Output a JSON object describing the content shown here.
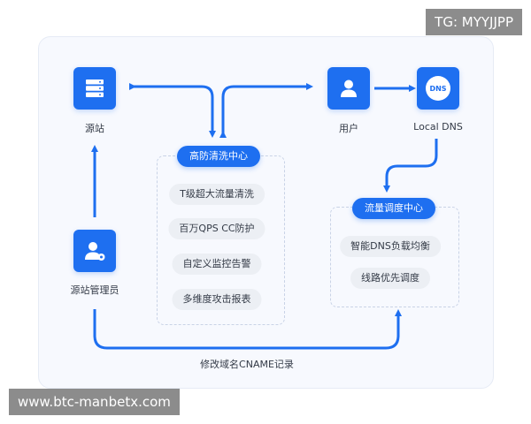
{
  "watermarks": {
    "top": "TG: MYYJJPP",
    "bottom": "www.btc-manbetx.com"
  },
  "nodes": {
    "origin": {
      "label": "源站",
      "icon": "server-icon"
    },
    "admin": {
      "label": "源站管理员",
      "icon": "admin-user-icon"
    },
    "user": {
      "label": "用户",
      "icon": "user-icon"
    },
    "local_dns": {
      "label": "Local DNS",
      "icon": "dns-icon",
      "icon_text": "DNS"
    }
  },
  "scrubbing_center": {
    "title": "高防清洗中心",
    "items": [
      "T级超大流量清洗",
      "百万QPS CC防护",
      "自定义监控告警",
      "多维度攻击报表"
    ]
  },
  "dispatch_center": {
    "title": "流量调度中心",
    "items": [
      "智能DNS负载均衡",
      "线路优先调度"
    ]
  },
  "flow_label": "修改域名CNAME记录",
  "colors": {
    "accent": "#1e6ff0",
    "pill_gray": "#eceff4",
    "card_bg": "#f7f9fe"
  }
}
